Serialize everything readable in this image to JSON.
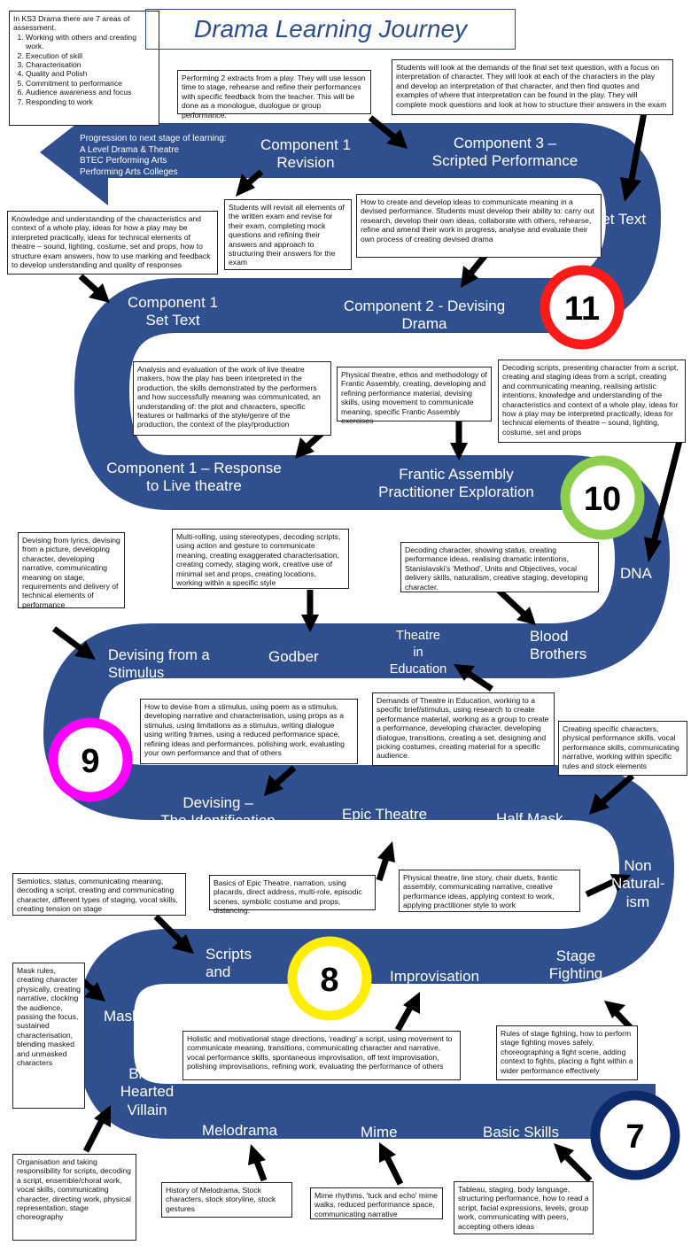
{
  "title": "Drama Learning Journey",
  "assessment": {
    "intro": "In KS3 Drama there are 7 areas of assessment.",
    "items": [
      "Working with others and creating work.",
      "Execution of skill",
      "Characterisation",
      "Quality and Polish",
      "Commitment to performance",
      "Audience awareness and focus",
      "Responding to work"
    ]
  },
  "progression": "Progression to next stage of learning:\nA Level Drama & Theatre\nBTEC Performing Arts\nPerforming Arts Colleges",
  "years": {
    "y7": "7",
    "y8": "8",
    "y9": "9",
    "y10": "10",
    "y11": "11"
  },
  "colors": {
    "road": "#2f4f8f",
    "arrow": "#000000",
    "y7": "#0f2a6b",
    "y8": "#ffee00",
    "y9": "#ff00ff",
    "y10": "#8ccf4d",
    "y11": "#ff1a1a",
    "title": "#2e4f8f"
  },
  "topics": {
    "component1_revision": "Component 1\nRevision",
    "component3": "Component 3 –\nScripted Performance",
    "set_text_top": "Set Text",
    "component1_set_text": "Component 1\nSet Text",
    "component2": "Component 2 - Devising\nDrama",
    "component1_live": "Component 1 – Response\nto Live theatre",
    "frantic": "Frantic Assembly\nPractitioner Exploration",
    "dna": "DNA",
    "devising_stimulus": "Devising from a\nStimulus",
    "godber": "Godber",
    "tie": "Theatre\nin\nEducation",
    "blood_brothers": "Blood\nBrothers",
    "devising_identification": "Devising –\nThe Identification",
    "epic_theatre": "Epic Theatre",
    "half_mask": "Half Mask",
    "non_naturalism": "Non\nNatural-\nism",
    "scripts_semiotics": "Scripts\nand\nSemiotics",
    "improvisation": "Improvisation",
    "stage_fighting": "Stage\nFighting",
    "mask": "Mask",
    "black_hearted_villain": "Black\nHearted\nVillain",
    "melodrama": "Melodrama",
    "mime": "Mime",
    "basic_skills": "Basic Skills"
  },
  "descriptions": {
    "comp3_extracts": "Performing 2 extracts from a play. They will use lesson time to stage, rehearse and refine their performances with specific feedback from the teacher. This will be done as a monologue, duologue or group performance.",
    "set_text_q": "Students will look at the demands of the final set text question, with a focus on interpretation of character. They will look at each of the characters in the play and develop an interpretation of that character, and then find quotes and examples of where that interpretation can be found in the play. They will complete mock questions and look at how to structure their answers in the exam",
    "revision": "Students will revisit all elements of the written exam and revise for their exam, completing mock questions and refining their answers and approach to structuring their answers for the exam",
    "devising_comp2": "How to create and develop ideas to communicate meaning in a devised performance. Students must develop their ability to: carry out research, develop their own ideas, collaborate with others, rehearse, refine and amend their work in progress, analyse and evaluate their own process of creating devised drama",
    "comp1_settext": "Knowledge and understanding of the characteristics and context of a whole play, ideas for how a play may be interpreted practically, ideas for technical elements of theatre – sound, lighting, costume, set and props, how to structure exam answers, how to use marking and feedback to develop understanding and quality of responses",
    "live_theatre": "Analysis and evaluation of the work of live theatre makers, how the play has been interpreted in the production, the skills demonstrated by the performers and how successfully meaning was communicated, an understanding of: the plot and characters, specific features or hallmarks of the style/genre of the production, the context of the play/production",
    "frantic": "Physical theatre, ethos and methodology of Frantic Assembly, creating, developing and refining performance material, devising skills, using movement to communicate meaning, specific Frantic Assembly exercises",
    "dna": "Decoding scripts, presenting character from a script, creating and staging ideas from a script, creating and communicating meaning, realising artistic intentions, knowledge and understanding of the characteristics and context of a whole play, ideas for how a play may be interpreted practically, ideas for technical elements of theatre – sound, lighting, costume, set and props",
    "stimulus": "Devising from lyrics, devising from a picture, developing character, developing narrative, communicating meaning on stage, requirements and delivery of technical elements of performance",
    "godber": "Multi-rolling, using stereotypes, decoding scripts, using action and gesture to communicate meaning, creating exaggerated characterisation, creating comedy, staging work, creative use of minimal set and props, creating locations, working within a specific style",
    "blood_brothers": "Decoding character, showing status, creating performance ideas, realising dramatic intentions, Stanislavski's 'Method', Units and Objectives, vocal delivery skills, naturalism, creative staging, developing character.",
    "identification": "How to devise from a stimulus, using poem as a stimulus, developing narrative and characterisation, using props as a stimulus, using limitations as a stimulus, writing dialogue using writing frames, using a reduced performance space, refining ideas and performances, polishing work, evaluating your own performance and that of others",
    "tie": "Demands of Theatre in Education, working to a specific brief/stimulus, using research to create performance material, working as a group to create a performance, developing character, developing dialogue, transitions, creating a set, designing and picking costumes, creating material for a specific audience.",
    "half_mask": "Creating specific characters, physical performance skills, vocal performance skills, communicating narrative, working within specific rules and stock elements",
    "semiotics": "Semiotics, status, communicating meaning, decoding a script, creating and communicating character, different types of staging, vocal skills, creating tension on stage",
    "epic": "Basics of Epic Theatre, narration, using placards, direct address, multi-role, episodic scenes, symbolic costume and props, distancing.",
    "non_nat": "Physical theatre, line story, chair duets, frantic assembly, communicating narrative, creative performance ideas, applying context to work, applying practitioner style to work",
    "mask": "Mask rules, creating character physically, creating narrative, clocking the audience, passing the focus, sustained characterisation, blending masked and unmasked characters",
    "improvisation": "Holistic and motivational stage directions, 'reading' a script, using movement to communicate meaning, transitions, communicating character and narrative, vocal performance skills, spontaneous improvisation, off text improvisation, polishing improvisations, refining work, evaluating the performance of others",
    "stage_fighting": "Rules of stage fighting, how to perform stage fighting moves safely, choreographing a fight scene, adding context to fights, placing a fight within a wider performance effectively",
    "villain": "Organisation and taking responsibility for scripts, decoding a script, ensemble/choral work, vocal skills, communicating character, directing work, physical representation, stage choreography",
    "melodrama": "History of Melodrama, Stock characters, stock storyline, stock gestures",
    "mime": "Mime rhythms, 'tuck and echo' mime walks, reduced performance space, communicating narrative",
    "basic_skills": "Tableau, staging, body language, structuring performance, how to read a script, facial expressions, levels, group work, communicating with peers, accepting others ideas"
  }
}
